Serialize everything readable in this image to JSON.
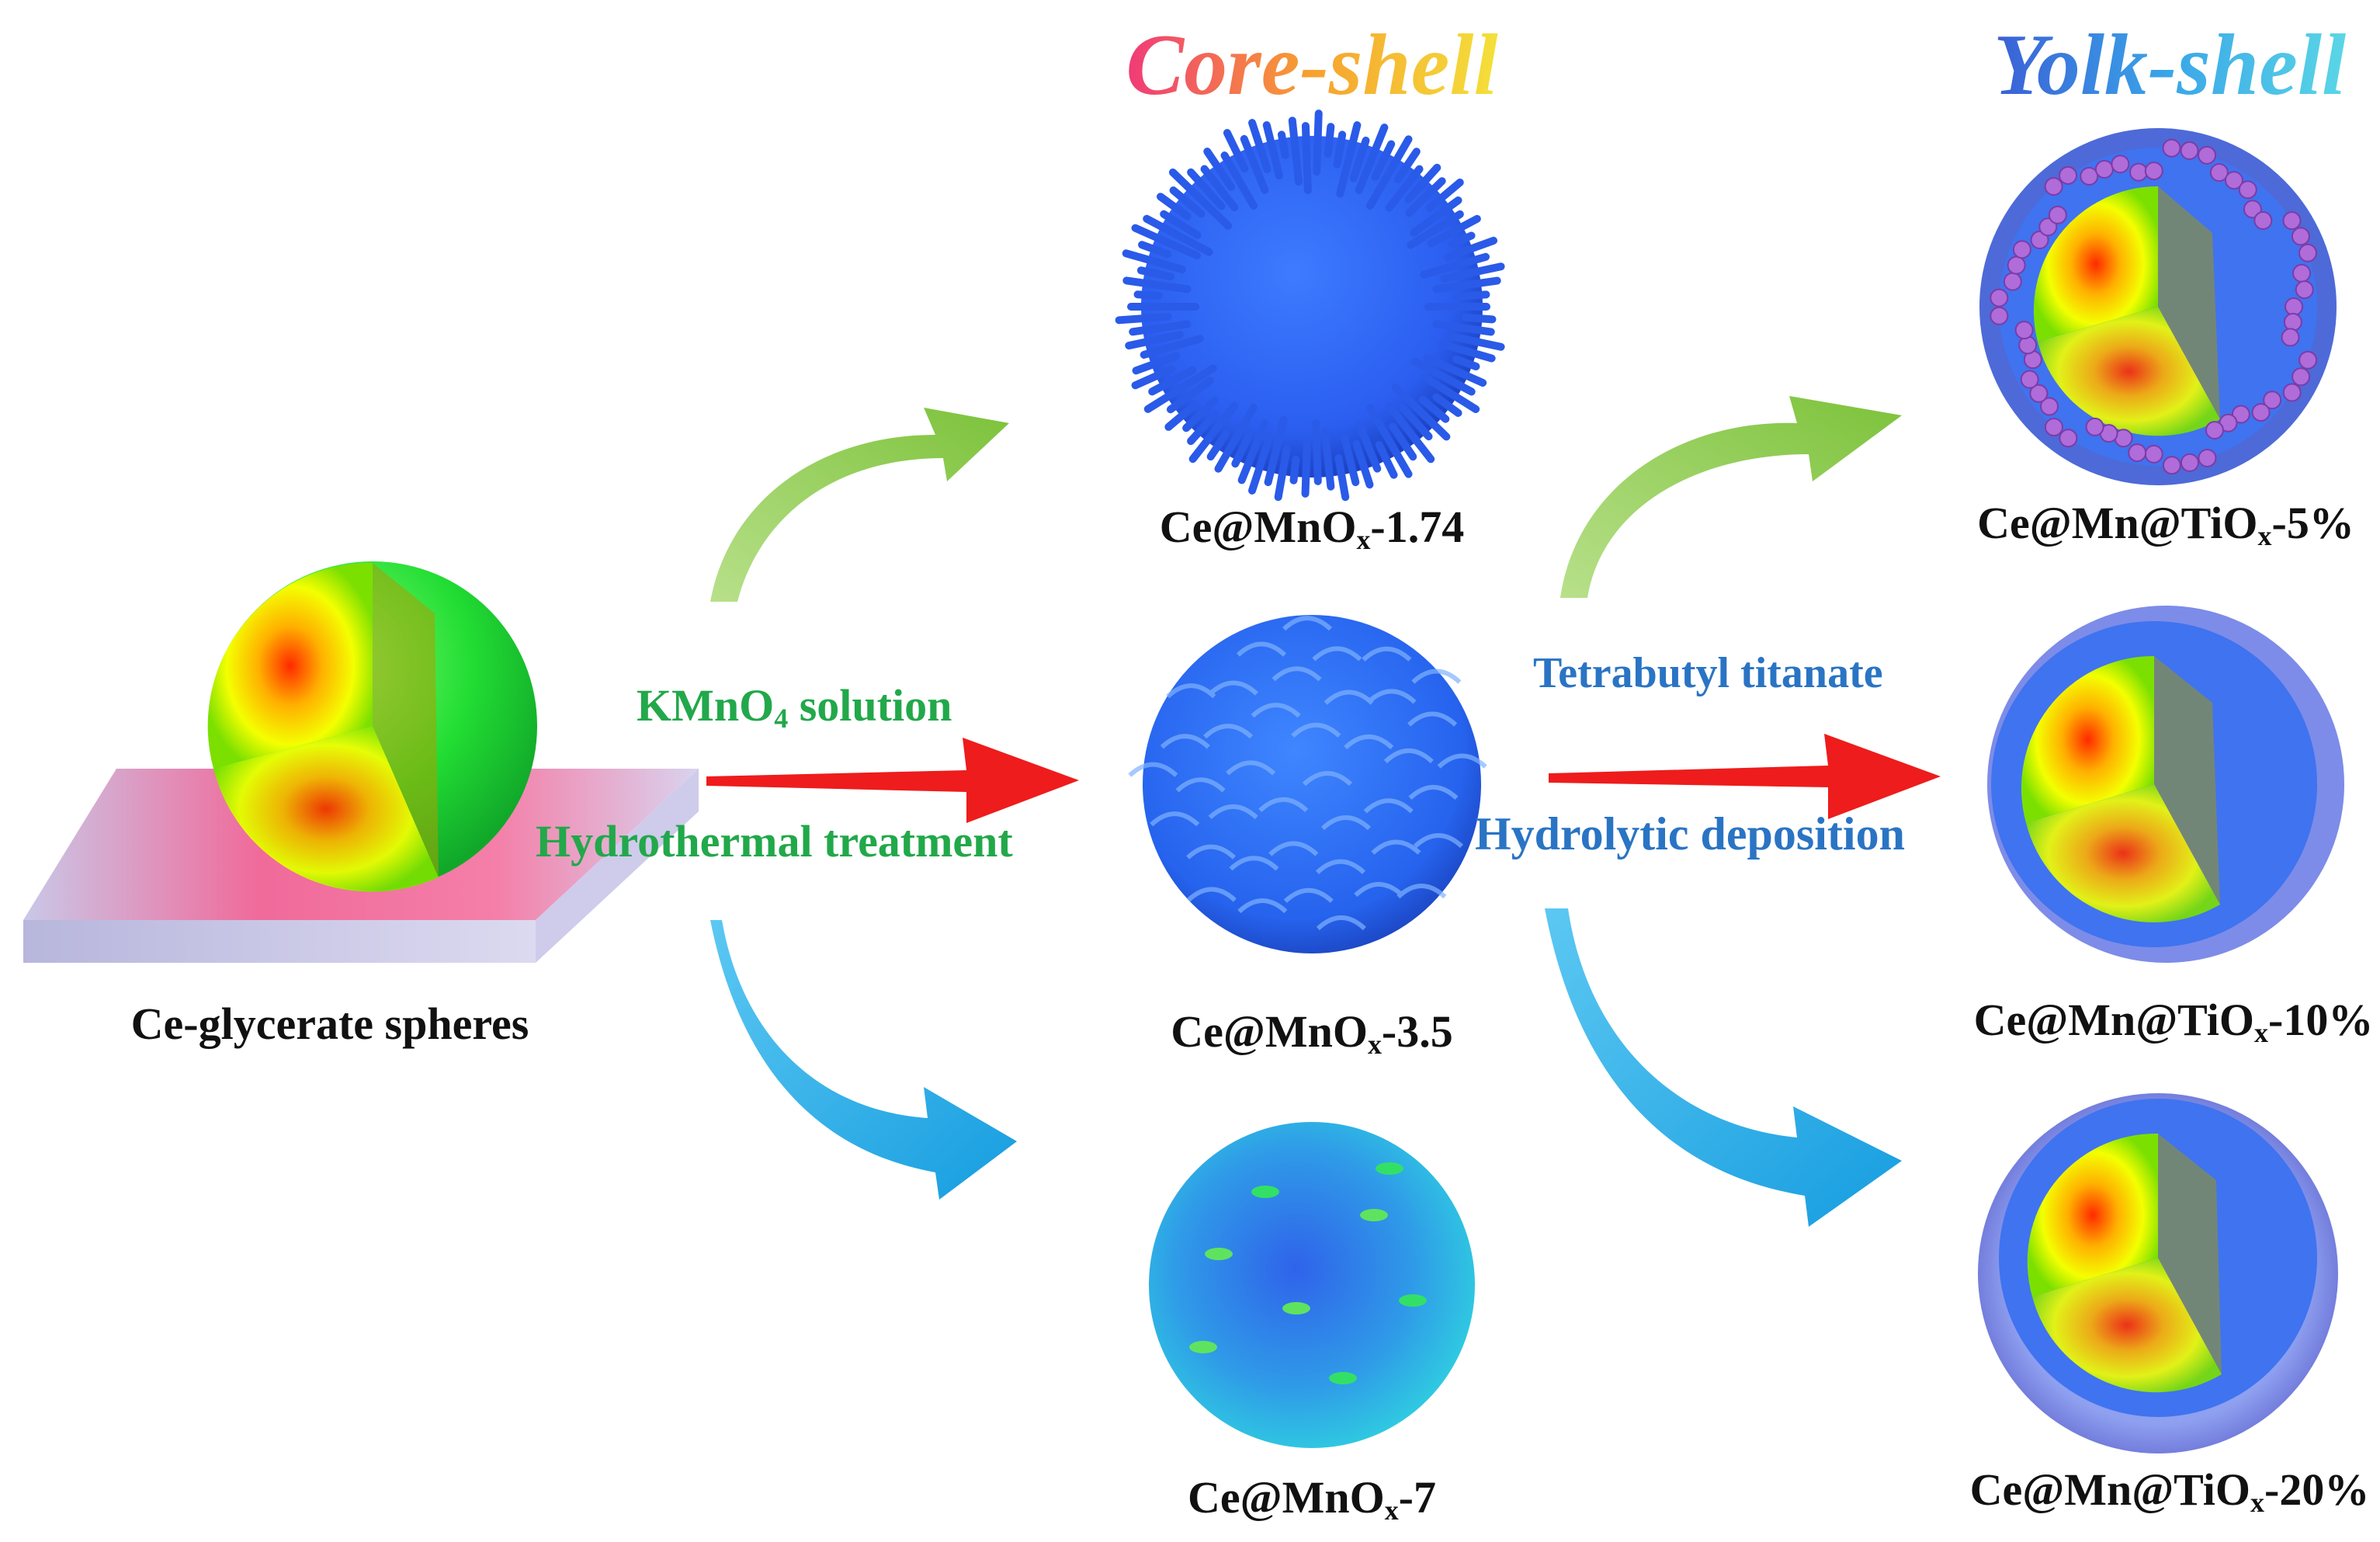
{
  "headings": {
    "core_shell": "Core-shell",
    "yolk_shell": "Yolk-shell"
  },
  "start": {
    "label": "Ce-glycerate spheres"
  },
  "step1": {
    "reagent_pre": "KMnO",
    "reagent_sub": "4",
    "reagent_post": " solution",
    "method": "Hydrothermal treatment"
  },
  "step2": {
    "reagent": "Tetrabutyl titanate",
    "method": "Hydrolytic deposition"
  },
  "core_shell_products": [
    {
      "pre": "Ce@MnO",
      "sub": "x",
      "post": "-1.74"
    },
    {
      "pre": "Ce@MnO",
      "sub": "x",
      "post": "-3.5"
    },
    {
      "pre": "Ce@MnO",
      "sub": "x",
      "post": "-7"
    }
  ],
  "yolk_shell_products": [
    {
      "pre": "Ce@Mn@TiO",
      "sub": "x",
      "post": "-5%"
    },
    {
      "pre": "Ce@Mn@TiO",
      "sub": "x",
      "post": "-10%"
    },
    {
      "pre": "Ce@Mn@TiO",
      "sub": "x",
      "post": "-20%"
    }
  ],
  "colors": {
    "arrow_up": "#8cc63f",
    "arrow_mid": "#ee1c1c",
    "arrow_down": "#1fa3e0",
    "shell_green": "#22dd33",
    "mno_blue": "#2b5ef0",
    "substrate_pink": "#f06a9a"
  }
}
